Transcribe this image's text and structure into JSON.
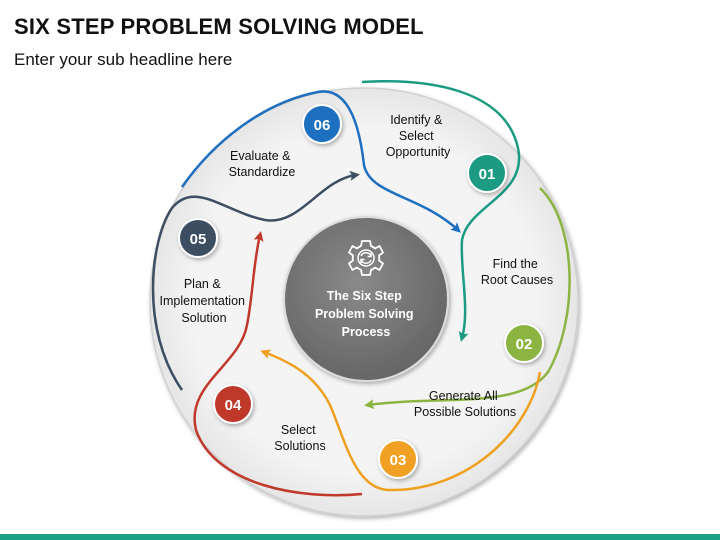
{
  "title": "SIX STEP PROBLEM SOLVING MODEL",
  "subtitle": "Enter your sub headline here",
  "center": {
    "lines": [
      "The Six Step",
      "Problem Solving",
      "Process"
    ],
    "icon": "gear-cycle-icon"
  },
  "steps": [
    {
      "num": "01",
      "label": [
        "Identify &",
        "Select",
        "Opportunity"
      ],
      "color": "#1a9b82"
    },
    {
      "num": "02",
      "label": [
        "Find the",
        "Root Causes"
      ],
      "color": "#8cb443"
    },
    {
      "num": "03",
      "label": [
        "Generate All",
        "Possible Solutions"
      ],
      "color": "#f0a020"
    },
    {
      "num": "04",
      "label": [
        "Select",
        "Solutions"
      ],
      "color": "#c0392b"
    },
    {
      "num": "05",
      "label": [
        "Plan &",
        "Implementation",
        "Solution"
      ],
      "color": "#3e4e62"
    },
    {
      "num": "06",
      "label": [
        "Evaluate &",
        "Standardize"
      ],
      "color": "#1e6fbf"
    }
  ],
  "colors": {
    "accent_bar": "#1aa085",
    "center_fill": "#7a7a7a",
    "ring_fill": "#f0f0f0"
  }
}
